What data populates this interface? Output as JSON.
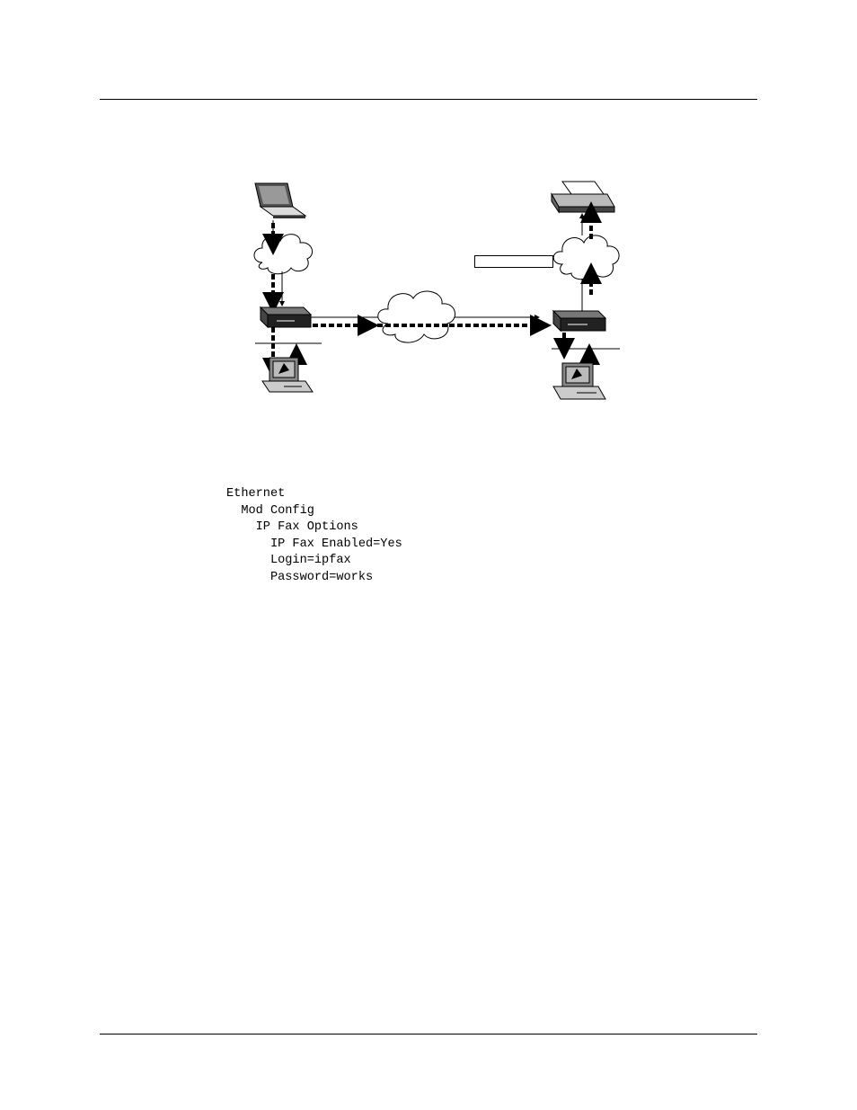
{
  "config_listing": {
    "lines": [
      "Ethernet",
      "  Mod Config",
      "    IP Fax Options",
      "      IP Fax Enabled=Yes",
      "      Login=ipfax",
      "      Password=works"
    ]
  },
  "diagram": {
    "nodes": [
      "laptop-icon",
      "cloud-icon",
      "router-icon",
      "fax-server-icon",
      "fax-machine-icon"
    ],
    "label_box_text": ""
  }
}
